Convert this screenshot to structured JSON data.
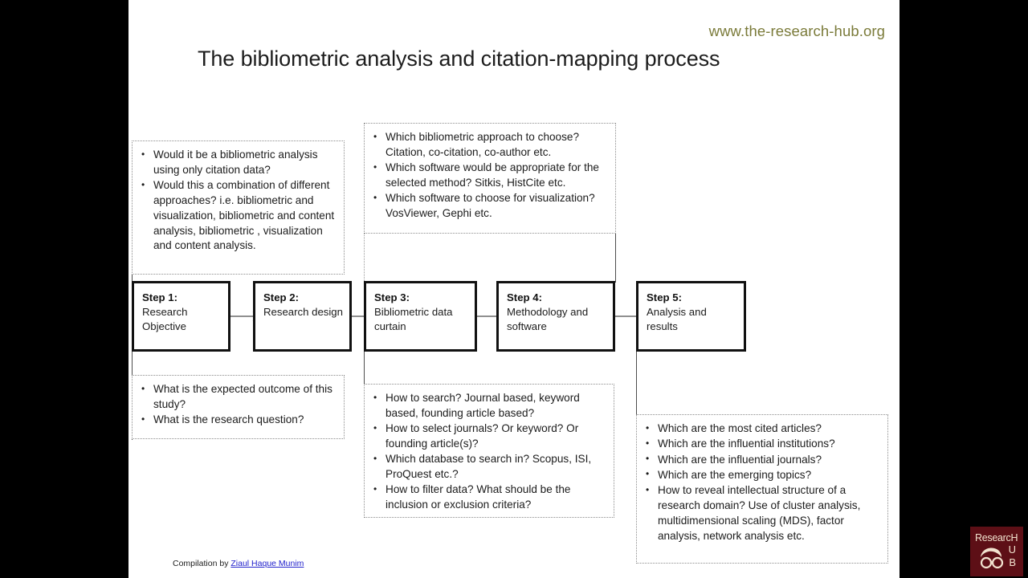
{
  "slide": {
    "site_url": "www.the-research-hub.org",
    "title": "The bibliometric analysis and citation-mapping process",
    "footer_prefix": "Compilation by ",
    "footer_link": "Ziaul Haque  Munim",
    "background_color": "#ffffff",
    "stage_color": "#000000",
    "url_color": "#7b7b3a"
  },
  "logo": {
    "word_research": "ResearcH",
    "letter_u": "U",
    "letter_b": "B",
    "background_color": "#5d0f16",
    "text_color": "#f2e3cf"
  },
  "steps": [
    {
      "title": "Step 1:",
      "text": "Research\nObjective"
    },
    {
      "title": "Step 2:",
      "text": "Research design"
    },
    {
      "title": "Step 3:",
      "text": "Bibliometric data\ncurtain"
    },
    {
      "title": "Step 4:",
      "text": "Methodology and\nsoftware"
    },
    {
      "title": "Step 5:",
      "text": "Analysis and results"
    }
  ],
  "notes": {
    "top_left": {
      "bullets": [
        "Would it be a bibliometric analysis using only citation data?",
        "Would this a combination of different approaches?  i.e. bibliometric and visualization, bibliometric and content analysis, bibliometric , visualization and content analysis."
      ]
    },
    "bottom_left": {
      "bullets": [
        "What is the expected outcome of this study?",
        "What is the research question?"
      ]
    },
    "top_middle": {
      "bullets": [
        "Which bibliometric approach to choose? Citation, co-citation, co-author etc.",
        "Which software would be appropriate for the selected method? Sitkis, HistCite etc.",
        "Which software to choose for visualization? VosViewer, Gephi etc."
      ]
    },
    "bottom_middle": {
      "bullets": [
        "How to search? Journal based, keyword based,  founding article based?",
        "How to select journals? Or keyword? Or founding article(s)?",
        "Which database to search in? Scopus, ISI, ProQuest etc.?",
        "How to filter data? What should be the inclusion or exclusion criteria?"
      ]
    },
    "bottom_right": {
      "bullets": [
        "Which are the most cited  articles?",
        "Which are the influential institutions?",
        "Which are the influential journals?",
        "Which are the emerging topics?",
        "How to reveal intellectual structure of a research domain? Use of cluster analysis, multidimensional scaling (MDS), factor analysis, network analysis etc."
      ]
    }
  }
}
